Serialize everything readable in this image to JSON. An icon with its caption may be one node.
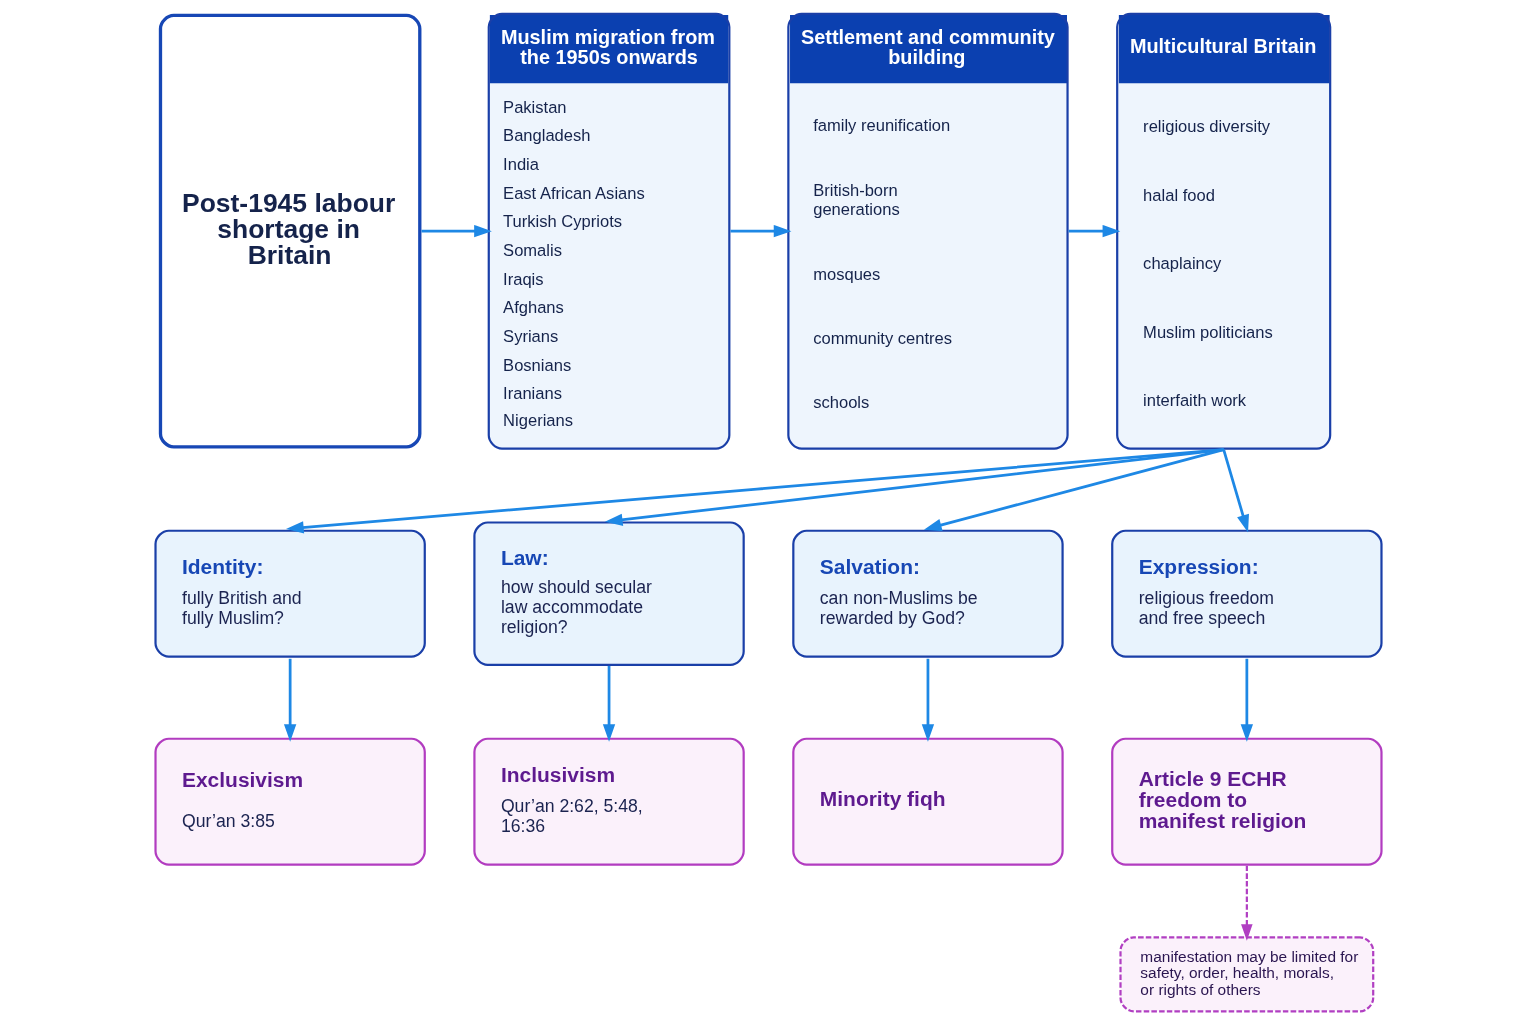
{
  "diagram": {
    "nodes": [
      {
        "text": [
          "Post-1945 labour shortage in Britain"
        ]
      },
      {
        "text": [
          "Muslim migration from the 1950s onwards",
          "Pakistan",
          "Bangladesh",
          "India",
          "East African Asians",
          "Turkish Cypriots",
          "Somalis",
          "Iraqis",
          "Afghans",
          "Syrians",
          "Bosnians",
          "Iranians",
          "Nigerians"
        ]
      },
      {
        "text": [
          "Settlement and community building",
          "family reunification",
          "British-born generations",
          "mosques",
          "community centres",
          "schools"
        ]
      },
      {
        "text": [
          "Multicultural Britain",
          "religious diversity",
          "halal food",
          "chaplaincy",
          "Muslim politicians",
          "interfaith work"
        ]
      },
      {
        "text": [
          "Identity:",
          "fully British and fully Muslim?"
        ]
      },
      {
        "text": [
          "Law:",
          "how should secular law accommodate religion?"
        ]
      },
      {
        "text": [
          "Salvation:",
          "can non-Muslims be rewarded by God?"
        ]
      },
      {
        "text": [
          "Expression:",
          "religious freedom and free speech"
        ]
      },
      {
        "text": [
          "Exclusivism",
          "Qur’an 3:85"
        ]
      },
      {
        "text": [
          "Inclusivism",
          "Qur’an 2:62, 5:48, 16:36"
        ]
      },
      {
        "text": [
          "Minority fiqh"
        ]
      },
      {
        "text": [
          "Article 9 ECHR freedom to manifest religion"
        ]
      },
      {
        "text": [
          "manifestation may be limited for safety, order, health, morals, or rights of others"
        ]
      }
    ],
    "edges": [
      {
        "from": 0,
        "to": 1,
        "arrow": "to"
      },
      {
        "from": 1,
        "to": 2,
        "arrow": "to"
      },
      {
        "from": 2,
        "to": 3,
        "arrow": "to"
      },
      {
        "from": 3,
        "to": 4,
        "arrow": "to"
      },
      {
        "from": 3,
        "to": 5,
        "arrow": "to"
      },
      {
        "from": 3,
        "to": 6,
        "arrow": "to"
      },
      {
        "from": 3,
        "to": 7,
        "arrow": "to"
      },
      {
        "from": 4,
        "to": 8,
        "arrow": "to"
      },
      {
        "from": 5,
        "to": 9,
        "arrow": "to"
      },
      {
        "from": 6,
        "to": 10,
        "arrow": "to"
      },
      {
        "from": 7,
        "to": 11,
        "arrow": "to"
      },
      {
        "from": 11,
        "to": 12,
        "arrow": "to",
        "style": "dashed",
        "color": "#b13fc2"
      }
    ]
  }
}
